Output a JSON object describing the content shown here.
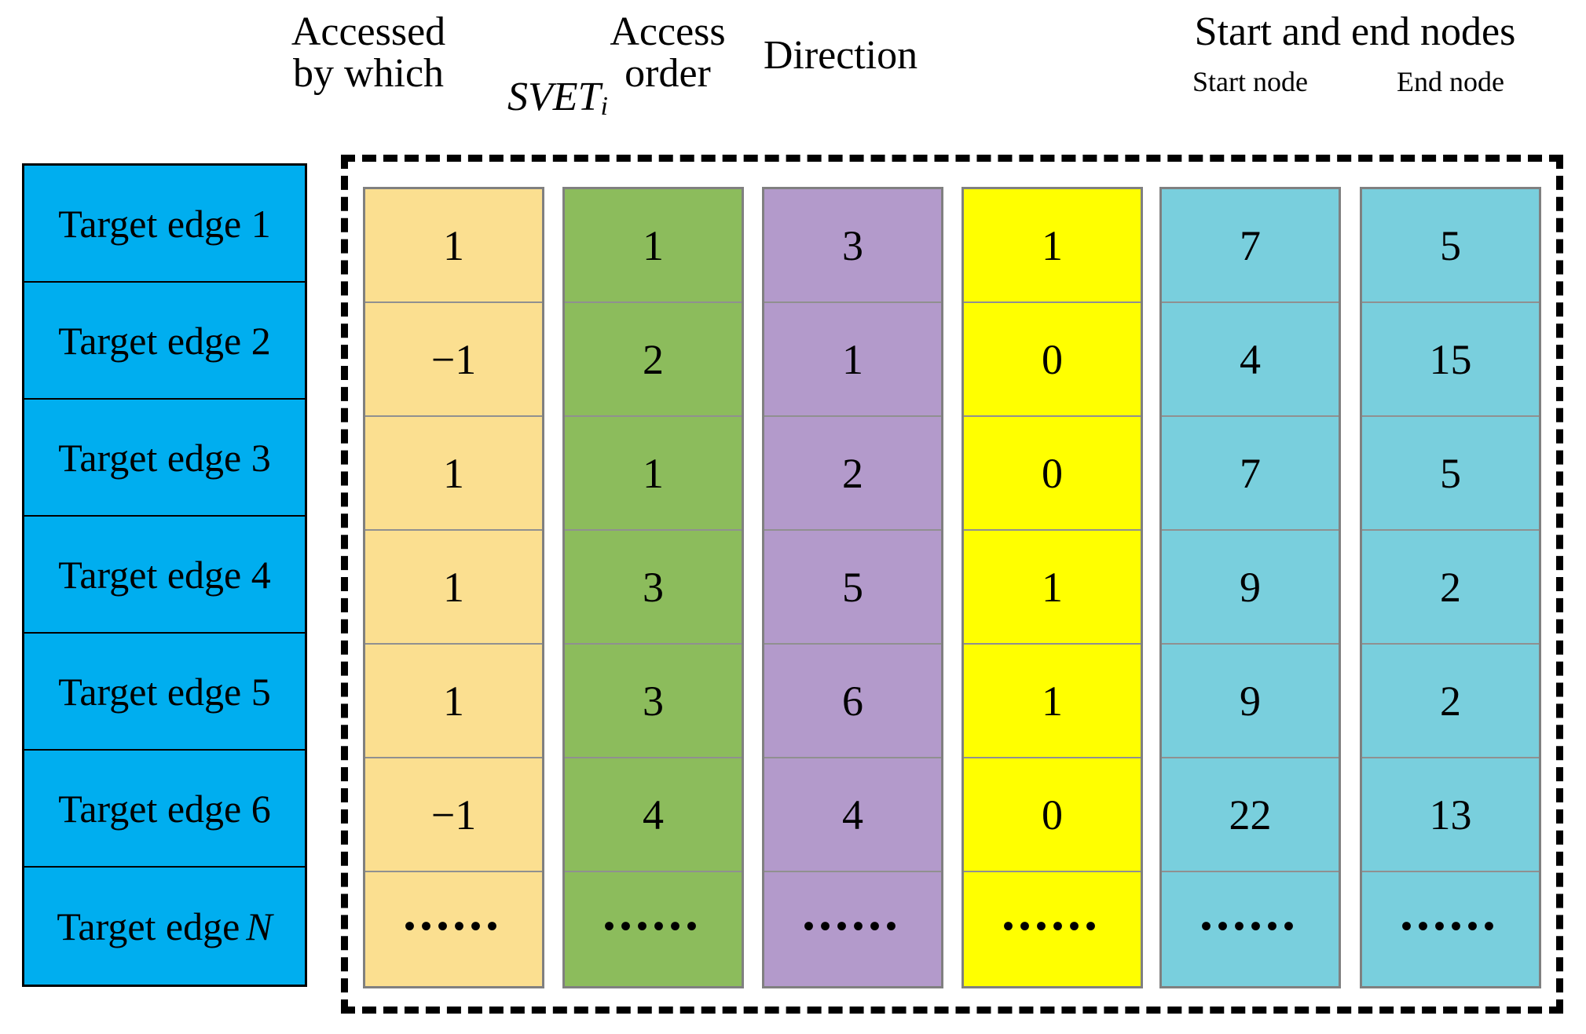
{
  "figure": {
    "title_row_left_label": "Target edge",
    "headers": {
      "accessed_by_which": "Accessed\nby which",
      "svet": "SVET",
      "svet_subscript": "i",
      "access_order": "Access\norder",
      "direction": "Direction",
      "start_end_group": "Start and end nodes",
      "start_node": "Start node",
      "end_node": "End node"
    },
    "row_labels": [
      "Target edge 1",
      "Target edge 2",
      "Target edge 3",
      "Target edge 4",
      "Target edge 5",
      "Target edge 6",
      "Target edge "
    ],
    "row_label_italic_suffix": "N",
    "ellipsis": "••••••",
    "columns": [
      {
        "key": "accessed_by_which",
        "label": "Accessed by which",
        "color": "#FBDF90",
        "values": [
          "1",
          "−1",
          "1",
          "1",
          "1",
          "−1",
          "••••••"
        ]
      },
      {
        "key": "svet",
        "label": "SVETi",
        "color": "#8CBC5C",
        "values": [
          "1",
          "2",
          "1",
          "3",
          "3",
          "4",
          "••••••"
        ]
      },
      {
        "key": "access_order",
        "label": "Access order",
        "color": "#B39ACB",
        "values": [
          "3",
          "1",
          "2",
          "5",
          "6",
          "4",
          "••••••"
        ]
      },
      {
        "key": "direction",
        "label": "Direction",
        "color": "#FFFF00",
        "values": [
          "1",
          "0",
          "0",
          "1",
          "1",
          "0",
          "••••••"
        ]
      },
      {
        "key": "start_node",
        "label": "Start node",
        "color": "#79CFDD",
        "values": [
          "7",
          "4",
          "7",
          "9",
          "9",
          "22",
          "••••••"
        ]
      },
      {
        "key": "end_node",
        "label": "End node",
        "color": "#79CFDD",
        "values": [
          "5",
          "15",
          "5",
          "2",
          "2",
          "13",
          "••••••"
        ]
      }
    ],
    "colors": {
      "edge_column": "#00AEEF",
      "accessed": "#FBDF90",
      "svet": "#8CBC5C",
      "order": "#B39ACB",
      "direction": "#FFFF00",
      "nodes": "#79CFDD",
      "dashed_border": "#000000",
      "cell_border": "#808080"
    }
  }
}
